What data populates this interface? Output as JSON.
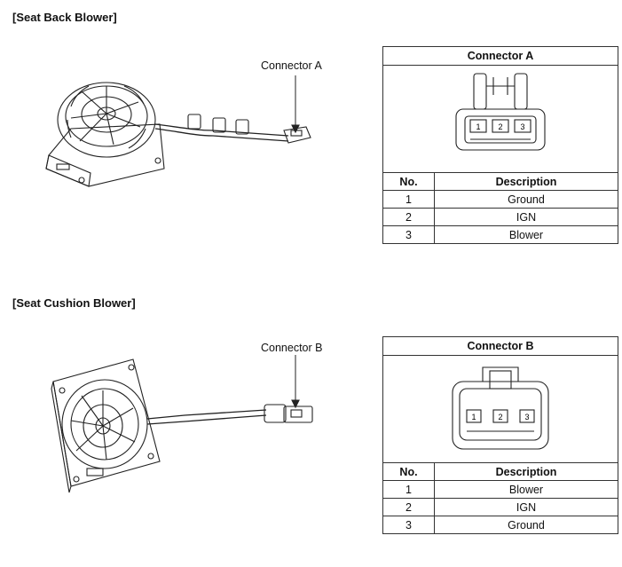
{
  "sections": [
    {
      "title": "[Seat Back Blower]",
      "callout": "Connector A",
      "table": {
        "header": "Connector A",
        "columns": [
          "No.",
          "Description"
        ],
        "rows": [
          {
            "no": "1",
            "desc": "Ground"
          },
          {
            "no": "2",
            "desc": "IGN"
          },
          {
            "no": "3",
            "desc": "Blower"
          }
        ],
        "pin_labels": [
          "1",
          "2",
          "3"
        ]
      }
    },
    {
      "title": "[Seat Cushion Blower]",
      "callout": "Connector B",
      "table": {
        "header": "Connector B",
        "columns": [
          "No.",
          "Description"
        ],
        "rows": [
          {
            "no": "1",
            "desc": "Blower"
          },
          {
            "no": "2",
            "desc": "IGN"
          },
          {
            "no": "3",
            "desc": "Ground"
          }
        ],
        "pin_labels": [
          "1",
          "2",
          "3"
        ]
      }
    }
  ]
}
